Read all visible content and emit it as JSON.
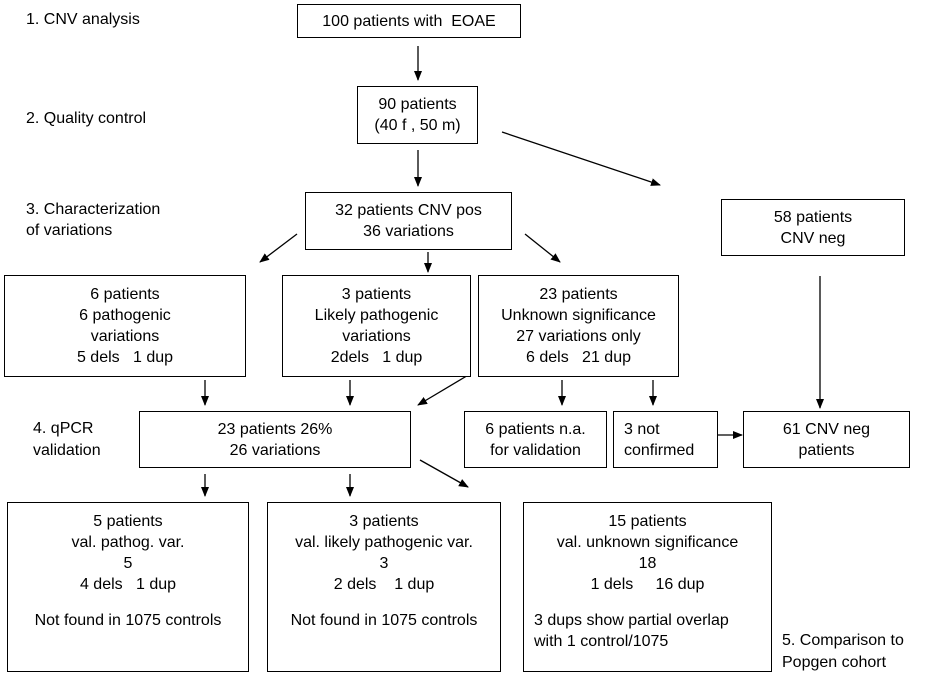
{
  "steps": {
    "s1": "1. CNV analysis",
    "s2": "2. Quality control",
    "s3a": "3. Characterization",
    "s3b": "of variations",
    "s4a": "4. qPCR",
    "s4b": "validation",
    "s5a": "5. Comparison to",
    "s5b": "Popgen cohort"
  },
  "boxes": {
    "b100": [
      "100 patients with  EOAE"
    ],
    "b90": [
      "90 patients",
      "(40 f , 50 m)"
    ],
    "b32": [
      "32 patients CNV pos",
      "36 variations"
    ],
    "b58": [
      "58 patients",
      "CNV neg"
    ],
    "b6": [
      "6 patients",
      "6 pathogenic",
      "variations",
      "5 dels   1 dup"
    ],
    "b3": [
      "3 patients",
      "Likely pathogenic",
      "variations",
      "2dels   1 dup"
    ],
    "b23": [
      "23 patients",
      "Unknown significance",
      "27 variations only",
      "6 dels   21 dup"
    ],
    "bq": [
      "23 patients 26%",
      "26 variations"
    ],
    "bna": [
      "6 patients n.a.",
      "for validation"
    ],
    "bnc": [
      "3 not",
      "confirmed"
    ],
    "b61": [
      "61 CNV neg",
      "patients"
    ],
    "r5": [
      "5 patients",
      "val. pathog. var.",
      "5",
      "4 dels   1 dup"
    ],
    "r5note": "Not found in 1075 controls",
    "r3": [
      "3 patients",
      "val. likely pathogenic var.",
      "3",
      "2 dels    1 dup"
    ],
    "r3note": "Not found in 1075 controls",
    "r15": [
      "15 patients",
      "val. unknown significance",
      "18",
      "1 dels     16 dup"
    ],
    "r15note": [
      "3 dups show partial overlap",
      "with 1 control/1075"
    ]
  }
}
